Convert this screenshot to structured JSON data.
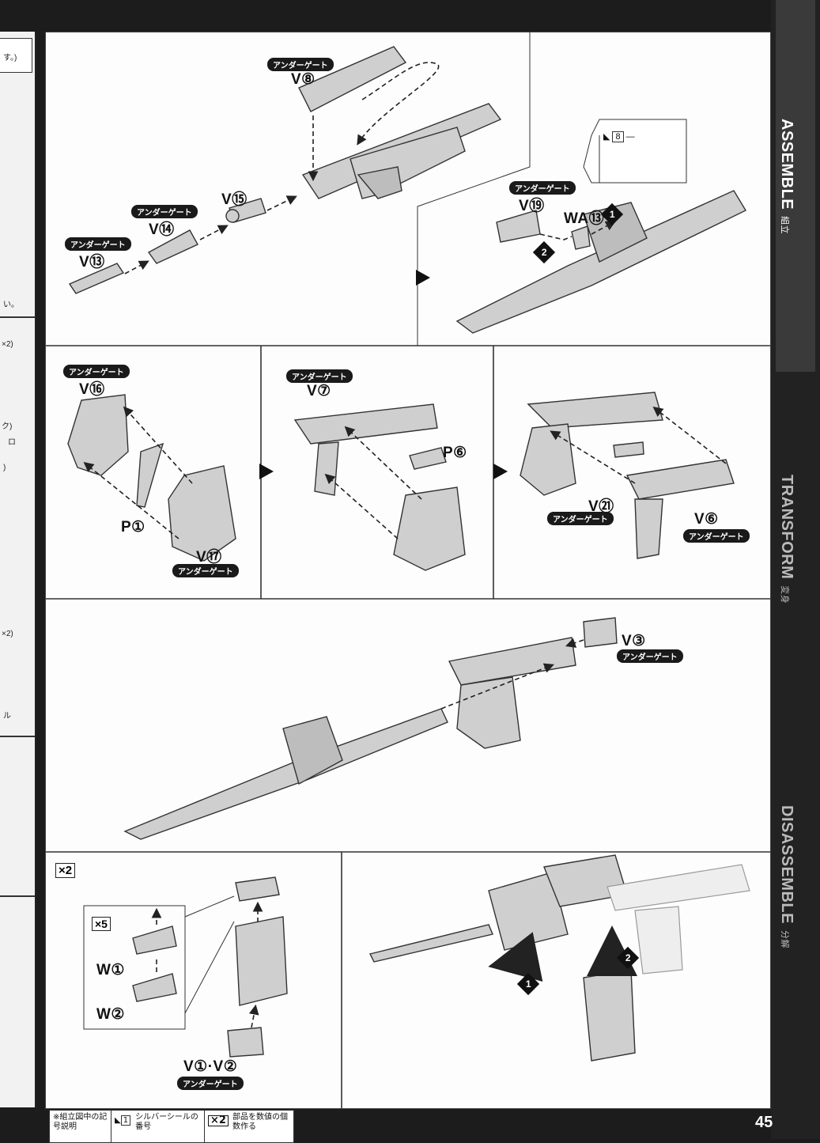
{
  "sidebar": {
    "assemble": "ASSEMBLE",
    "assemble_jp": "組立",
    "transform": "TRANSFORM",
    "transform_jp": "変身",
    "disassemble": "DISASSEMBLE",
    "disassemble_jp": "分解"
  },
  "page_number": "45",
  "gate_label": "アンダーゲート",
  "left_fragments": [
    "す。)",
    "い。",
    "×2)",
    "ク)",
    "ロ",
    ")",
    "×2)",
    "ル"
  ],
  "section1": {
    "parts": [
      "V⑧",
      "V⑮",
      "V⑭",
      "V⑬",
      "V⑲",
      "WA⑬"
    ],
    "sticker_number": "8",
    "steps": [
      "1",
      "2"
    ]
  },
  "section2": {
    "panel_a": [
      "V⑯",
      "P①",
      "V⑰"
    ],
    "panel_b": [
      "V⑦",
      "P⑥"
    ],
    "panel_c": [
      "V㉑",
      "V⑥"
    ]
  },
  "section3": {
    "parts": [
      "V③"
    ]
  },
  "section4": {
    "multiplier_outer": "×2",
    "multiplier_inner": "×5",
    "parts": [
      "W①",
      "W②",
      "V①·V②"
    ],
    "steps": [
      "1",
      "2"
    ]
  },
  "legend": {
    "title": "※組立図中の記号説明",
    "sticker_text": "シルバーシールの番号",
    "sticker_icon_number": "1",
    "multiple_symbol": "×2",
    "multiple_text": "部品を数値の個数作る"
  }
}
